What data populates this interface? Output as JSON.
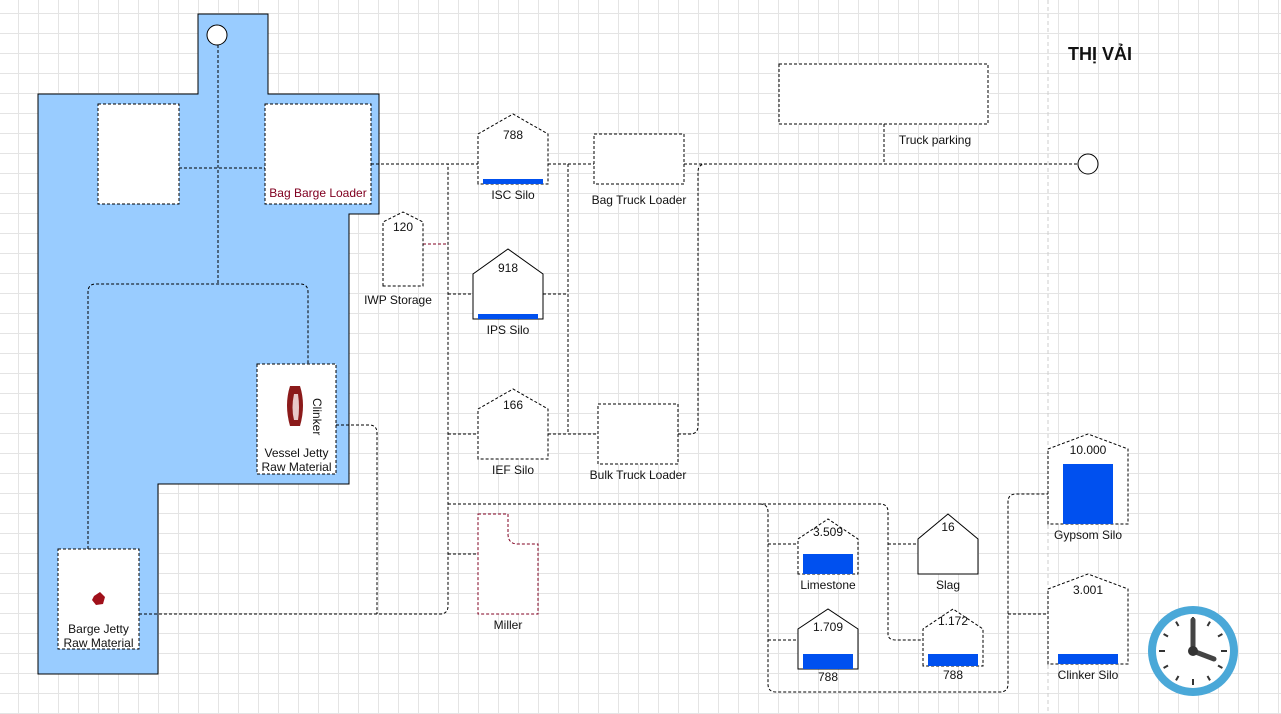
{
  "title": "THỊ VẢI",
  "colors": {
    "water": "#99ccff",
    "fill_blue": "#0050ef",
    "maroon": "#800020",
    "dashed": "#000000"
  },
  "areas": {
    "bag_barge_loader": "Bag Barge Loader",
    "vessel_jetty": {
      "side_label": "Clinker",
      "label_line1": "Vessel Jetty",
      "label_line2": "Raw Material"
    },
    "barge_jetty": {
      "label_line1": "Barge Jetty",
      "label_line2": "Raw Material"
    },
    "truck_parking": "Truck parking",
    "bag_truck_loader": "Bag Truck Loader",
    "bulk_truck_loader": "Bulk Truck Loader",
    "miller": "Miller"
  },
  "silos": [
    {
      "id": "isc",
      "name": "ISC Silo",
      "value": "788",
      "fill": 0.08
    },
    {
      "id": "iwp",
      "name": "IWP Storage",
      "value": "120",
      "fill": 0
    },
    {
      "id": "ips",
      "name": "IPS Silo",
      "value": "918",
      "fill": 0.08
    },
    {
      "id": "ief",
      "name": "IEF Silo",
      "value": "166",
      "fill": 0
    },
    {
      "id": "limestone",
      "name": "Limestone",
      "value": "3.509",
      "fill": 0.5
    },
    {
      "id": "slag",
      "name": "Slag",
      "value": "16",
      "fill": 0
    },
    {
      "id": "small_788_left",
      "name": "788",
      "value": "1.709",
      "fill": 0.3
    },
    {
      "id": "small_788_right",
      "name": "788",
      "value": "1.172",
      "fill": 0.3
    },
    {
      "id": "gypsom",
      "name": "Gypsom Silo",
      "value": "10.000",
      "fill": 1.0
    },
    {
      "id": "clinker",
      "name": "Clinker Silo",
      "value": "3.001",
      "fill": 0.1
    }
  ],
  "icons": {
    "clock": "clock-icon",
    "ship": "ship-icon",
    "barge": "barge-marker-icon",
    "endpoint": "circle-endpoint-icon"
  }
}
